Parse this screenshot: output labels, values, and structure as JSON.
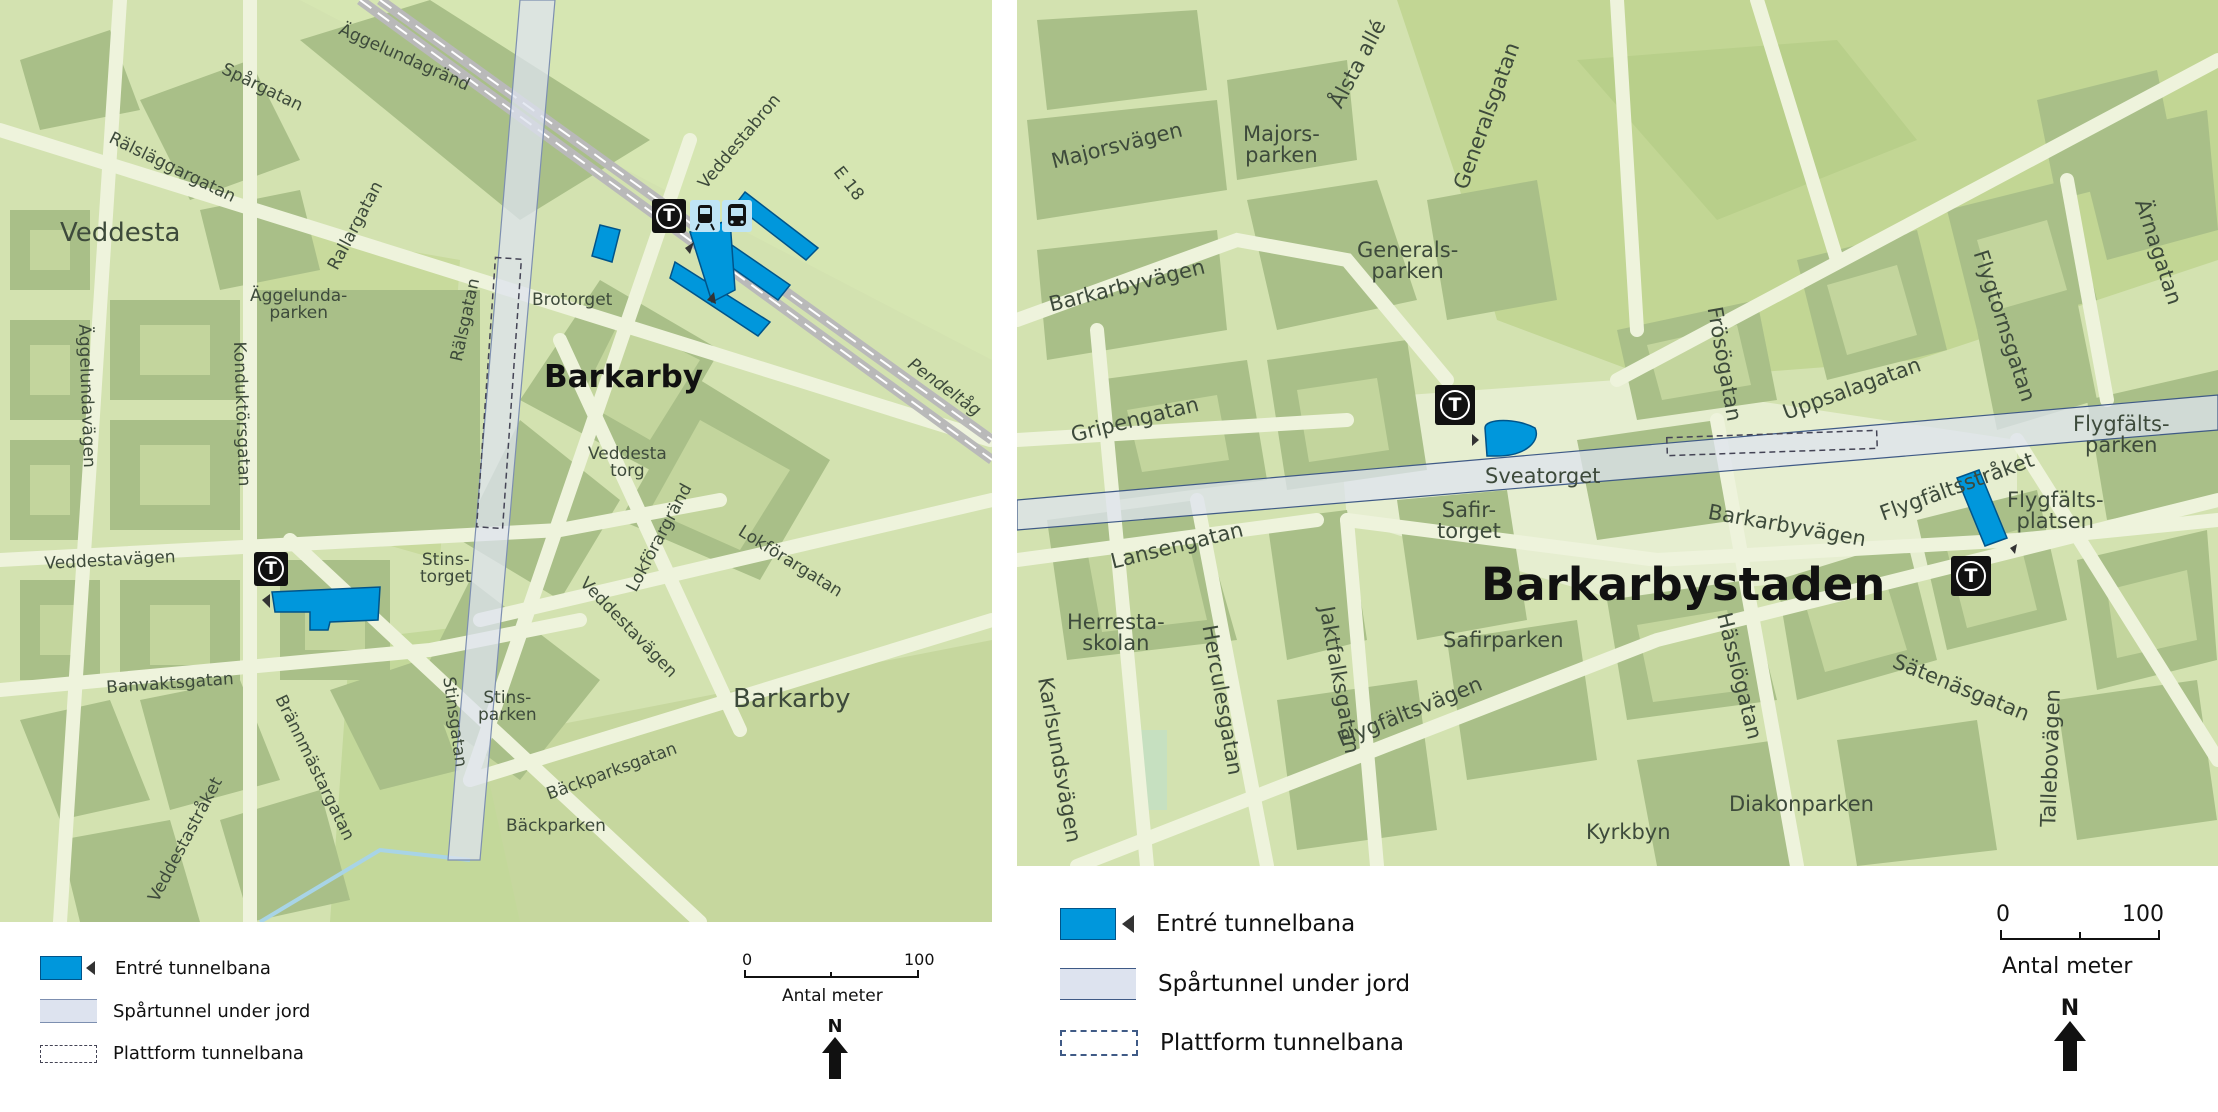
{
  "left_map": {
    "district_labels": [
      "Veddesta",
      "Barkarby"
    ],
    "station_label": "Barkarby",
    "street_labels": [
      "Spårgatan",
      "Äggelundagränd",
      "Rälsläggargatan",
      "Rallargatan",
      "Rälsgatan",
      "Äggelundavägen",
      "Konduktörsgatan",
      "Veddestavägen",
      "Banvaktsgatan",
      "Brännmästargatan",
      "Veddestastråket",
      "Stinsgatan",
      "Lokförargränd",
      "Lokförargatan",
      "Veddestavägen",
      "Bäckparksgatan",
      "Veddestabron",
      "E 18",
      "Pendeltåg"
    ],
    "place_labels": [
      "Äggelunda-\nparken",
      "Brotorget",
      "Veddesta\ntorg",
      "Stins-\ntorget",
      "Stins-\nparken",
      "Bäckparken"
    ]
  },
  "right_map": {
    "station_label": "Barkarbystaden",
    "street_labels": [
      "Majorsvägen",
      "Ålsta allé",
      "Generalsgatan",
      "Barkarbyvägen",
      "Gripengatan",
      "Lansengatan",
      "Herculesgatan",
      "Jaktfalksgatan",
      "Karlsundsvägen",
      "Flygfältsvägen",
      "Frösögatan",
      "Uppsalagatan",
      "Barkarbyvägen",
      "Hässlögatan",
      "Flygfältsstråket",
      "Flygtornsgatan",
      "Ärnagatan",
      "Sätenäsgatan",
      "Tallebovägen"
    ],
    "place_labels": [
      "Majors-\nparken",
      "Generals-\nparken",
      "Sveatorget",
      "Safir-\ntorget",
      "Herresta-\nskolan",
      "Safirparken",
      "Diakonparken",
      "Kyrkbyn",
      "Flygfälts-\nparken",
      "Flygfälts-\nplatsen"
    ]
  },
  "metro_symbol": "T",
  "legend": {
    "entrance": "Entré tunnelbana",
    "tunnel": "Spårtunnel under jord",
    "platform": "Plattform tunnelbana"
  },
  "scale": {
    "min": "0",
    "max": "100",
    "unit": "Antal meter"
  },
  "north": "N",
  "colors": {
    "block": "#aec28e",
    "ground": "#d3e2b0",
    "park": "#c7da9e",
    "street": "#e7efd3",
    "entrance": "#0097dc",
    "tunnel": "#dde3ef"
  },
  "icons": [
    "metro-icon",
    "tram-icon",
    "bus-icon",
    "entrance-pointer-icon",
    "north-arrow-icon"
  ]
}
